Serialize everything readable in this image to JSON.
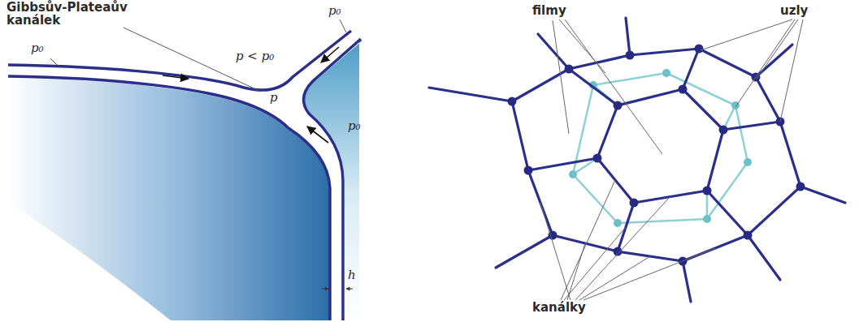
{
  "diagram": {
    "labels": [
      "Gibbsův-Plateaův kanálek",
      "p₀",
      "p₀",
      "p < p₀",
      "p",
      "p₀",
      "h",
      "filmy",
      "uzly",
      "kanálky"
    ]
  }
}
